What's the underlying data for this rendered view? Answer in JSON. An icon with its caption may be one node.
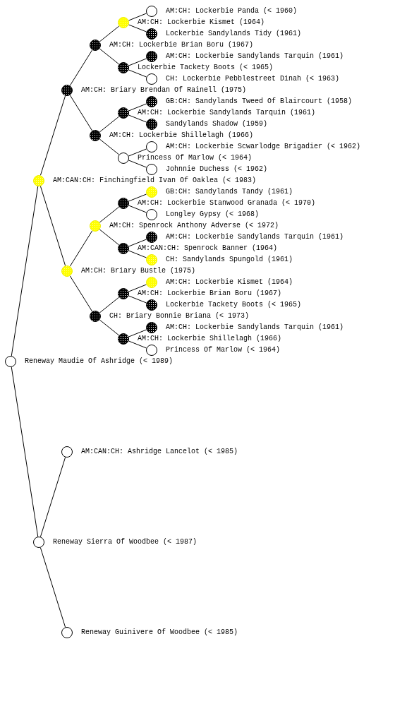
{
  "diagram": {
    "nodes": [
      {
        "text": [
          "AM:CH: Lockerbie Panda (< 1960)"
        ]
      },
      {
        "text": [
          "AM:CH: Lockerbie Kismet (1964)"
        ]
      },
      {
        "text": [
          "Lockerbie Sandylands Tidy (1961)"
        ]
      },
      {
        "text": [
          "AM:CH: Lockerbie Brian Boru (1967)"
        ]
      },
      {
        "text": [
          "AM:CH: Lockerbie Sandylands Tarquin (1961)"
        ]
      },
      {
        "text": [
          "Lockerbie Tackety Boots (< 1965)"
        ]
      },
      {
        "text": [
          "CH: Lockerbie Pebblestreet Dinah (< 1963)"
        ]
      },
      {
        "text": [
          "AM:CH: Briary Brendan Of Rainell (1975)"
        ]
      },
      {
        "text": [
          "GB:CH: Sandylands Tweed Of Blaircourt (1958)"
        ]
      },
      {
        "text": [
          "AM:CH: Lockerbie Sandylands Tarquin (1961)"
        ]
      },
      {
        "text": [
          "Sandylands Shadow (1959)"
        ]
      },
      {
        "text": [
          "AM:CH: Lockerbie Shillelagh (1966)"
        ]
      },
      {
        "text": [
          "AM:CH: Lockerbie Scwarlodge Brigadier (< 1962)"
        ]
      },
      {
        "text": [
          "Princess Of Marlow (< 1964)"
        ]
      },
      {
        "text": [
          "Johnnie Duchess (< 1962)"
        ]
      },
      {
        "text": [
          "AM:CAN:CH: Finchingfield Ivan Of Oaklea (< 1983)"
        ]
      },
      {
        "text": [
          "GB:CH: Sandylands Tandy (1961)"
        ]
      },
      {
        "text": [
          "AM:CH: Lockerbie Stanwood Granada (< 1970)"
        ]
      },
      {
        "text": [
          "Longley Gypsy (< 1968)"
        ]
      },
      {
        "text": [
          "AM:CH: Spenrock Anthony Adverse (< 1972)"
        ]
      },
      {
        "text": [
          "AM:CH: Lockerbie Sandylands Tarquin (1961)"
        ]
      },
      {
        "text": [
          "AM:CAN:CH: Spenrock Banner (1964)"
        ]
      },
      {
        "text": [
          "CH: Sandylands Spungold (1961)"
        ]
      },
      {
        "text": [
          "AM:CH: Briary Bustle (1975)"
        ]
      },
      {
        "text": [
          "AM:CH: Lockerbie Kismet (1964)"
        ]
      },
      {
        "text": [
          "AM:CH: Lockerbie Brian Boru (1967)"
        ]
      },
      {
        "text": [
          "Lockerbie Tackety Boots (< 1965)"
        ]
      },
      {
        "text": [
          "CH: Briary Bonnie Briana (< 1973)"
        ]
      },
      {
        "text": [
          "AM:CH: Lockerbie Sandylands Tarquin (1961)"
        ]
      },
      {
        "text": [
          "AM:CH: Lockerbie Shillelagh (1966)"
        ]
      },
      {
        "text": [
          "Princess Of Marlow (< 1964)"
        ]
      },
      {
        "text": [
          "Reneway Maudie Of Ashridge (< 1989)"
        ]
      },
      {
        "text": [
          "AM:CAN:CH: Ashridge Lancelot (< 1985)"
        ]
      },
      {
        "text": [
          "Reneway Sierra Of Woodbee (< 1987)"
        ]
      },
      {
        "text": [
          "Reneway Guinivere Of Woodbee (< 1985)"
        ]
      }
    ],
    "edges": [
      {
        "from": 31,
        "to": 15,
        "arrow": "none"
      },
      {
        "from": 31,
        "to": 33,
        "arrow": "none"
      },
      {
        "from": 15,
        "to": 7,
        "arrow": "none"
      },
      {
        "from": 15,
        "to": 23,
        "arrow": "none"
      },
      {
        "from": 7,
        "to": 3,
        "arrow": "none"
      },
      {
        "from": 7,
        "to": 11,
        "arrow": "none"
      },
      {
        "from": 3,
        "to": 1,
        "arrow": "none"
      },
      {
        "from": 3,
        "to": 5,
        "arrow": "none"
      },
      {
        "from": 1,
        "to": 0,
        "arrow": "none"
      },
      {
        "from": 1,
        "to": 2,
        "arrow": "none"
      },
      {
        "from": 5,
        "to": 4,
        "arrow": "none"
      },
      {
        "from": 5,
        "to": 6,
        "arrow": "none"
      },
      {
        "from": 11,
        "to": 9,
        "arrow": "none"
      },
      {
        "from": 11,
        "to": 13,
        "arrow": "none"
      },
      {
        "from": 9,
        "to": 8,
        "arrow": "none"
      },
      {
        "from": 9,
        "to": 10,
        "arrow": "none"
      },
      {
        "from": 13,
        "to": 12,
        "arrow": "none"
      },
      {
        "from": 13,
        "to": 14,
        "arrow": "none"
      },
      {
        "from": 23,
        "to": 19,
        "arrow": "none"
      },
      {
        "from": 23,
        "to": 27,
        "arrow": "none"
      },
      {
        "from": 19,
        "to": 17,
        "arrow": "none"
      },
      {
        "from": 19,
        "to": 21,
        "arrow": "none"
      },
      {
        "from": 17,
        "to": 16,
        "arrow": "none"
      },
      {
        "from": 17,
        "to": 18,
        "arrow": "none"
      },
      {
        "from": 21,
        "to": 20,
        "arrow": "none"
      },
      {
        "from": 21,
        "to": 22,
        "arrow": "none"
      },
      {
        "from": 27,
        "to": 25,
        "arrow": "none"
      },
      {
        "from": 27,
        "to": 29,
        "arrow": "none"
      },
      {
        "from": 25,
        "to": 24,
        "arrow": "none"
      },
      {
        "from": 25,
        "to": 26,
        "arrow": "none"
      },
      {
        "from": 29,
        "to": 28,
        "arrow": "none"
      },
      {
        "from": 29,
        "to": 30,
        "arrow": "none"
      },
      {
        "from": 33,
        "to": 32,
        "arrow": "none"
      },
      {
        "from": 33,
        "to": 34,
        "arrow": "none"
      }
    ]
  }
}
